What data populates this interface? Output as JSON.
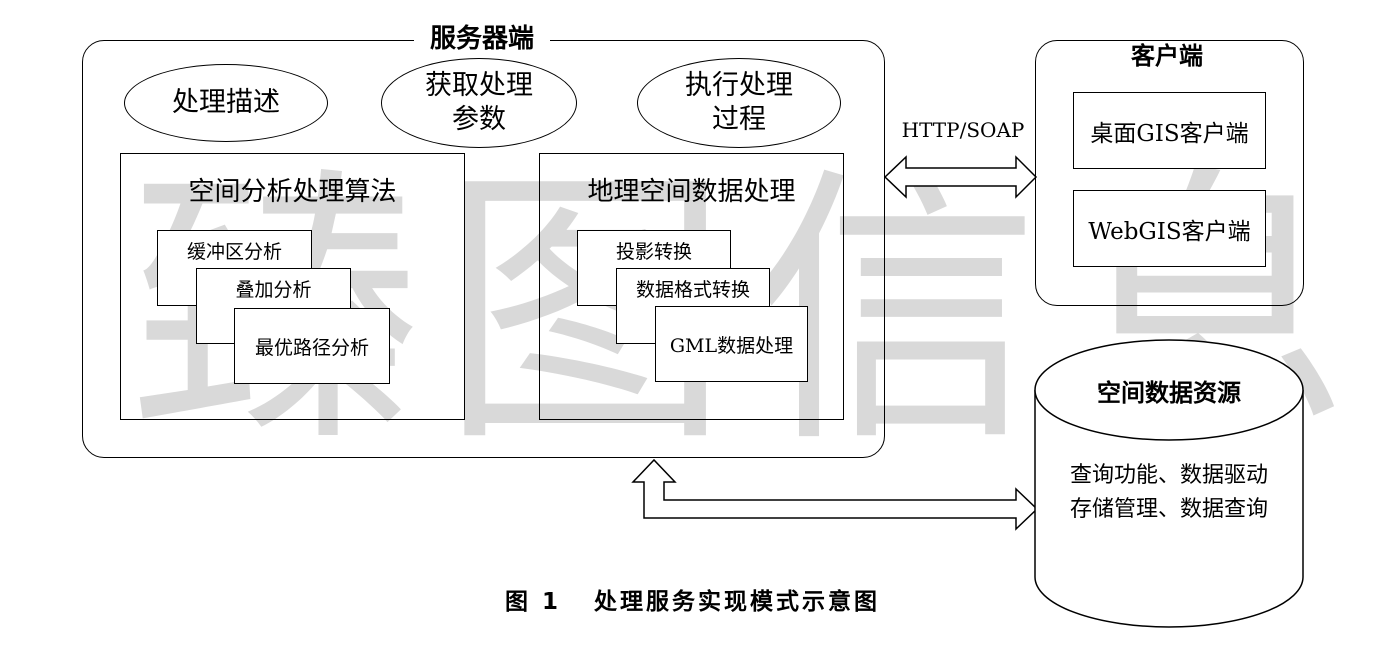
{
  "watermark": "臻图信息",
  "server": {
    "title": "服务器端",
    "ovals": [
      "处理描述",
      "获取处理\n参数",
      "执行处理\n过程"
    ],
    "left_panel": {
      "title": "空间分析处理算法",
      "items": [
        "缓冲区分析",
        "叠加分析",
        "最优路径分析"
      ]
    },
    "right_panel": {
      "title": "地理空间数据处理",
      "items": [
        "投影转换",
        "数据格式转换",
        "GML数据处理"
      ]
    }
  },
  "client": {
    "title": "客户端",
    "items": [
      "桌面GIS客户端",
      "WebGIS客户端"
    ]
  },
  "protocol_label": "HTTP/SOAP",
  "database": {
    "title": "空间数据资源",
    "lines": [
      "查询功能、数据驱动",
      "存储管理、数据查询"
    ]
  },
  "caption": "图 1   处理服务实现模式示意图"
}
